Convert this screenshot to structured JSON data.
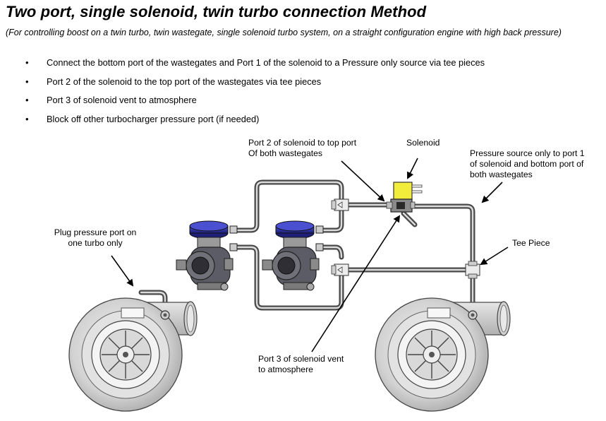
{
  "title": "Two port, single solenoid, twin turbo connection Method",
  "subtitle": "(For controlling boost on a twin turbo, twin wastegate, single solenoid turbo system, on a straight configuration engine with high back pressure)",
  "instructions": [
    "Connect the bottom port of the wastegates and Port 1 of the solenoid to a Pressure only source via tee pieces",
    "Port 2 of the solenoid to the top port of the wastegates via tee pieces",
    "Port 3 of solenoid vent to atmosphere",
    "Block off other turbocharger pressure port (if needed)"
  ],
  "labels": {
    "port2": "Port 2 of solenoid to top port\nOf both wastegates",
    "solenoid": "Solenoid",
    "pressure_source": "Pressure source only to port 1\nof solenoid and bottom port of\nboth wastegates",
    "plug": "Plug pressure port on\none turbo only",
    "tee": "Tee Piece",
    "port3": "Port 3 of solenoid vent\nto atmosphere"
  },
  "colors": {
    "wastegate_cap": "#2b2fa0",
    "solenoid_body": "#f2ec3a",
    "hose": "#555555",
    "turbo_housing": "#d4d4d4"
  }
}
